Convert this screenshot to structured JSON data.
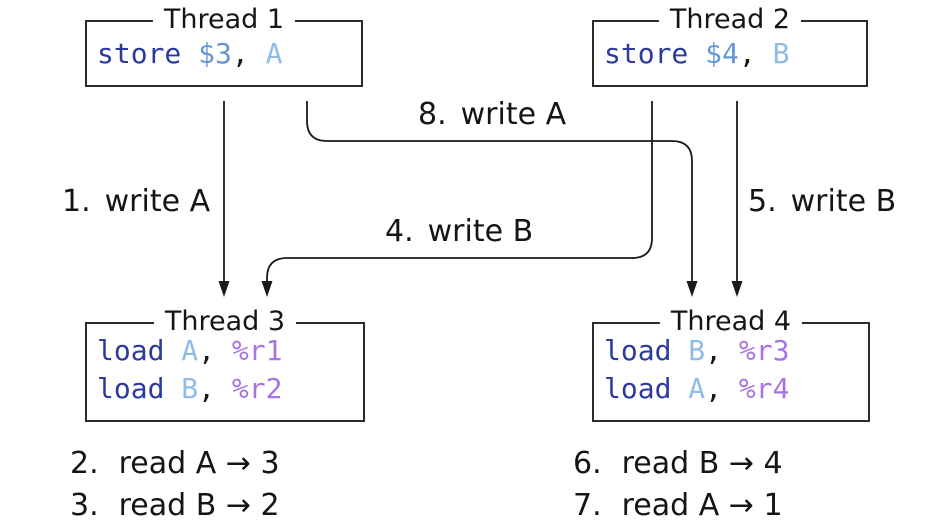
{
  "colors": {
    "background": "#ffffff",
    "text": "#151515",
    "line": "#1a1a1a",
    "box_border": "#2b2b2b",
    "keyword": "#2b3a9d",
    "number": "#6596d6",
    "variable": "#8fbce9",
    "register": "#a873e2",
    "punct": "#1a1a1a"
  },
  "threads": {
    "t1": {
      "title": "Thread 1",
      "lines": [
        [
          [
            "store",
            "kw"
          ],
          [
            " ",
            "pl"
          ],
          [
            "$3",
            "num"
          ],
          [
            ",",
            "pu"
          ],
          [
            " ",
            "pl"
          ],
          [
            "A",
            "var"
          ]
        ]
      ]
    },
    "t2": {
      "title": "Thread 2",
      "lines": [
        [
          [
            "store",
            "kw"
          ],
          [
            " ",
            "pl"
          ],
          [
            "$4",
            "num"
          ],
          [
            ",",
            "pu"
          ],
          [
            " ",
            "pl"
          ],
          [
            "B",
            "var"
          ]
        ]
      ]
    },
    "t3": {
      "title": "Thread 3",
      "lines": [
        [
          [
            "load",
            "kw"
          ],
          [
            " ",
            "pl"
          ],
          [
            "A",
            "var"
          ],
          [
            ",",
            "pu"
          ],
          [
            " ",
            "pl"
          ],
          [
            "%r1",
            "reg"
          ]
        ],
        [
          [
            "load",
            "kw"
          ],
          [
            " ",
            "pl"
          ],
          [
            "B",
            "var"
          ],
          [
            ",",
            "pu"
          ],
          [
            " ",
            "pl"
          ],
          [
            "%r2",
            "reg"
          ]
        ]
      ]
    },
    "t4": {
      "title": "Thread 4",
      "lines": [
        [
          [
            "load",
            "kw"
          ],
          [
            " ",
            "pl"
          ],
          [
            "B",
            "var"
          ],
          [
            ",",
            "pu"
          ],
          [
            " ",
            "pl"
          ],
          [
            "%r3",
            "reg"
          ]
        ],
        [
          [
            "load",
            "kw"
          ],
          [
            " ",
            "pl"
          ],
          [
            "A",
            "var"
          ],
          [
            ",",
            "pu"
          ],
          [
            " ",
            "pl"
          ],
          [
            "%r4",
            "reg"
          ]
        ]
      ]
    }
  },
  "arrow_labels": {
    "write_a_1": {
      "num": "1.",
      "text": "write A"
    },
    "write_b_4": {
      "num": "4.",
      "text": "write B"
    },
    "write_b_5": {
      "num": "5.",
      "text": "write B"
    },
    "write_a_8": {
      "num": "8.",
      "text": "write A"
    }
  },
  "read_results": {
    "left": [
      {
        "num": "2.",
        "text": "read A → 3"
      },
      {
        "num": "3.",
        "text": "read B → 2"
      }
    ],
    "right": [
      {
        "num": "6.",
        "text": "read B → 4"
      },
      {
        "num": "7.",
        "text": "read A → 1"
      }
    ]
  }
}
